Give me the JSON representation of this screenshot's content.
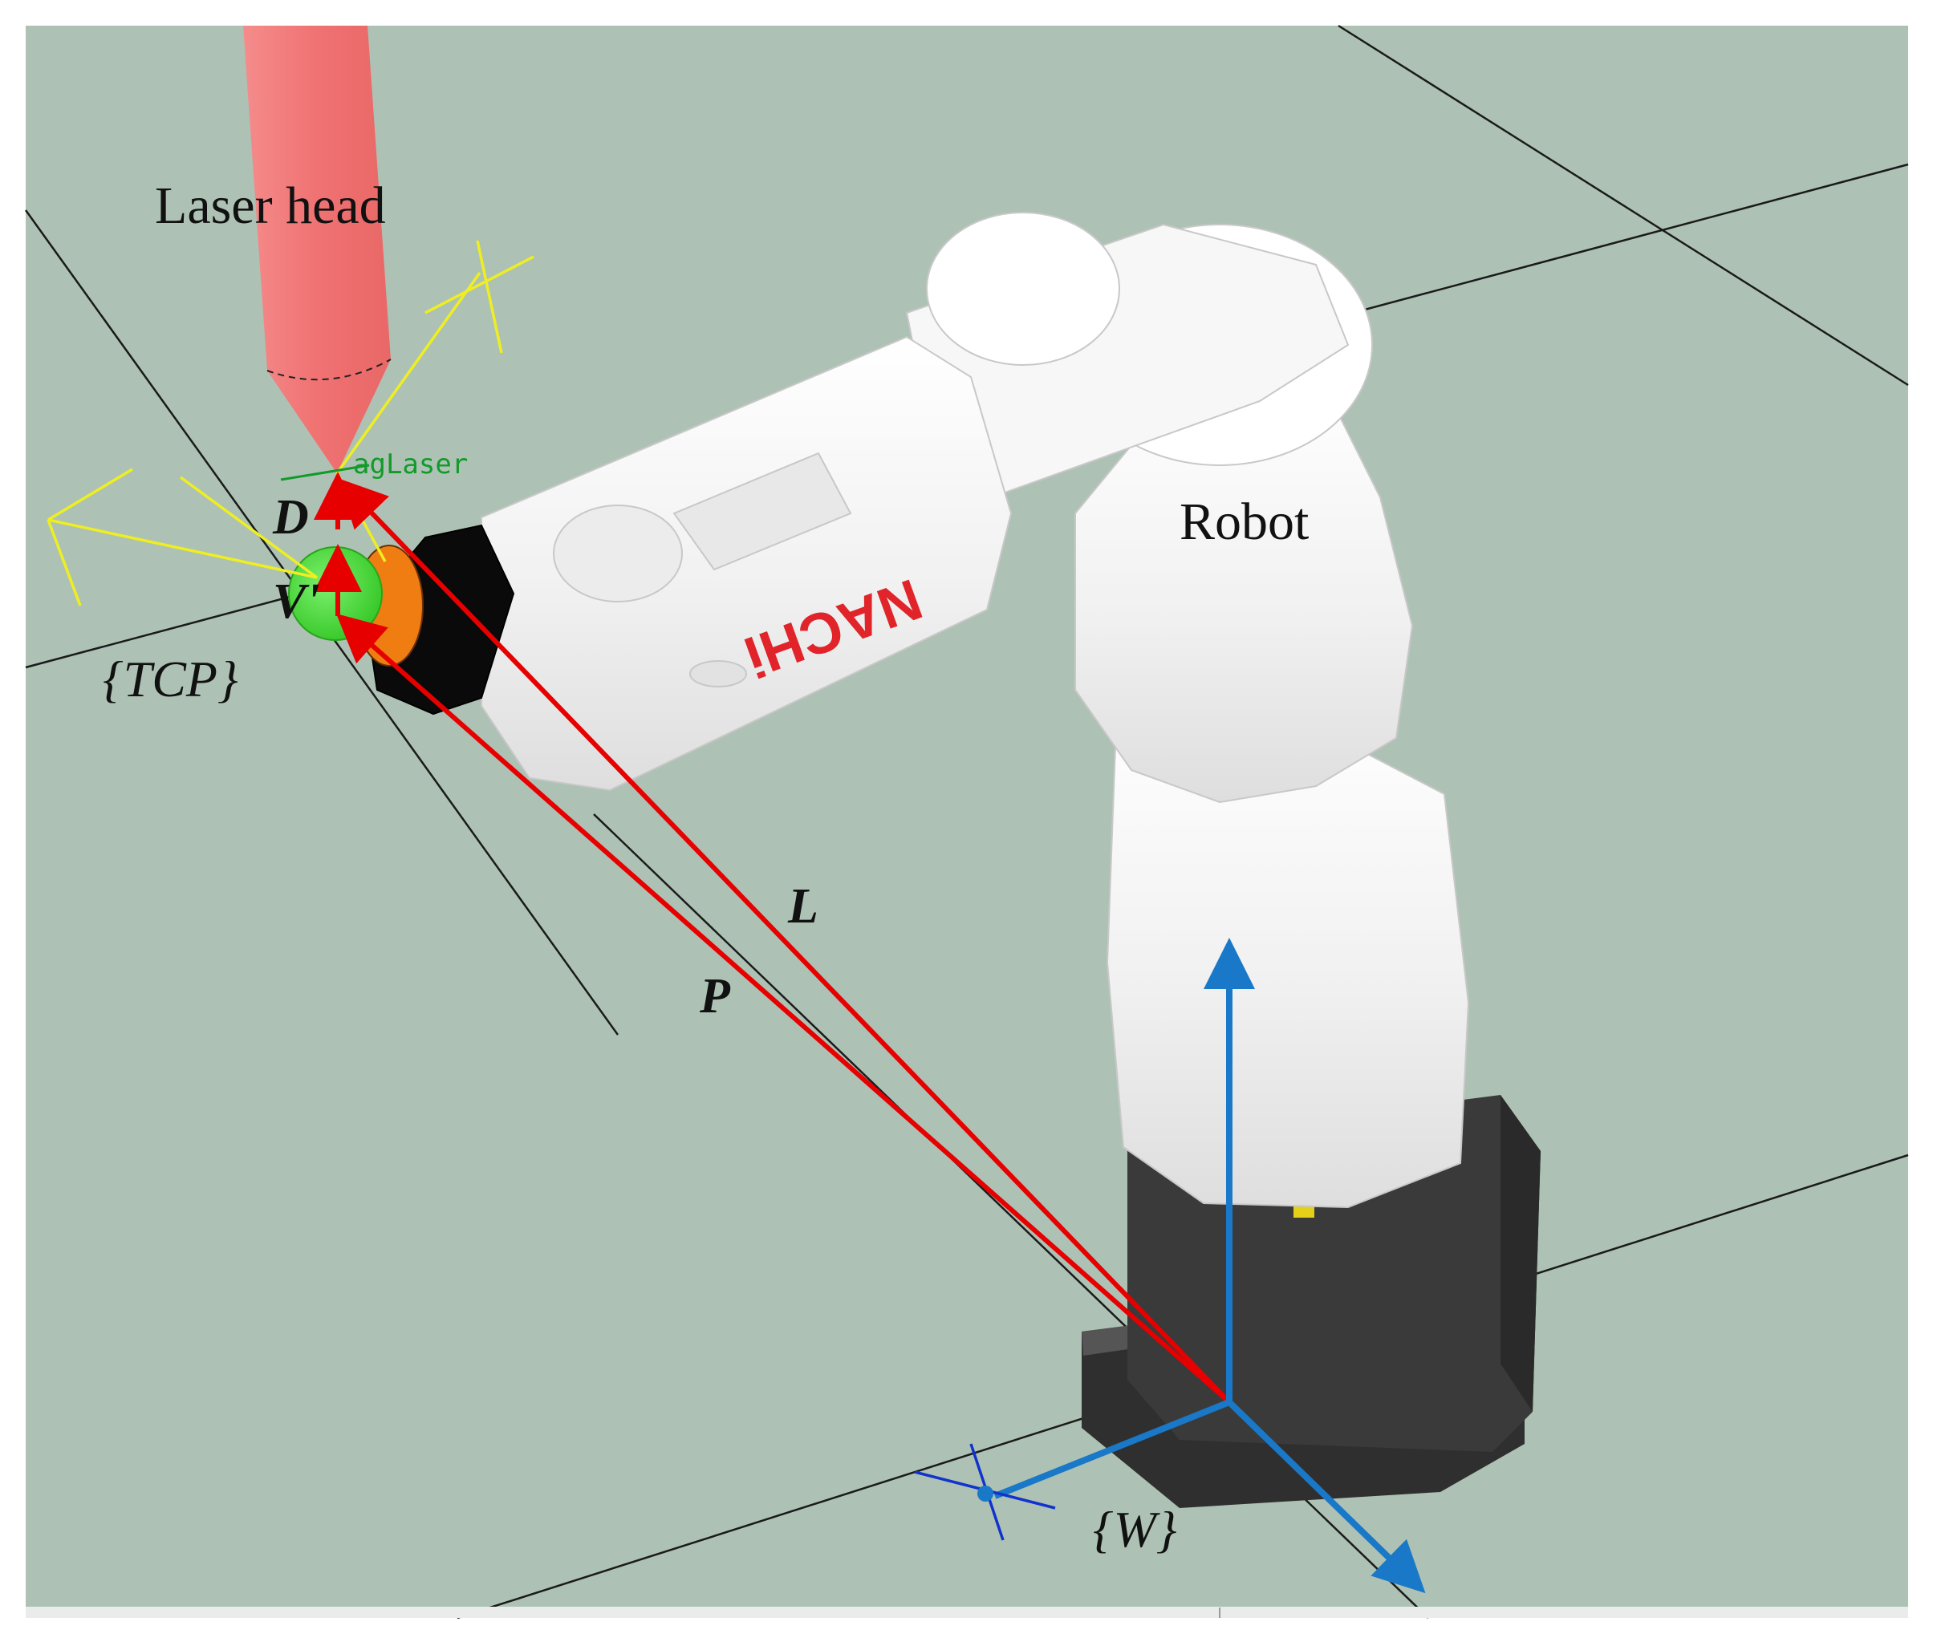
{
  "labels": {
    "laser_head": "Laser head",
    "robot": "Robot",
    "tcp_frame": "{TCP}",
    "world_frame": "{W}",
    "vector_d": "D",
    "vector_v": "V'",
    "vector_l": "L",
    "vector_p": "P",
    "tag_text": "agLaser",
    "robot_logo": "NACHi"
  },
  "colors": {
    "floor": "#adc2b4",
    "laser_head": "#ef7b7b",
    "robot_body": "#f3f3f3",
    "robot_base": "#3c3c3c",
    "vector_red": "#e60000",
    "world_axes": "#1a78c8",
    "tcp_sphere": "#3fdc2f",
    "tcp_ring": "#f07d12",
    "frame_yellow": "#eeee22",
    "tag_green": "#129a2a",
    "logo_red": "#e0242a",
    "grid_line": "#1a1a1a"
  }
}
